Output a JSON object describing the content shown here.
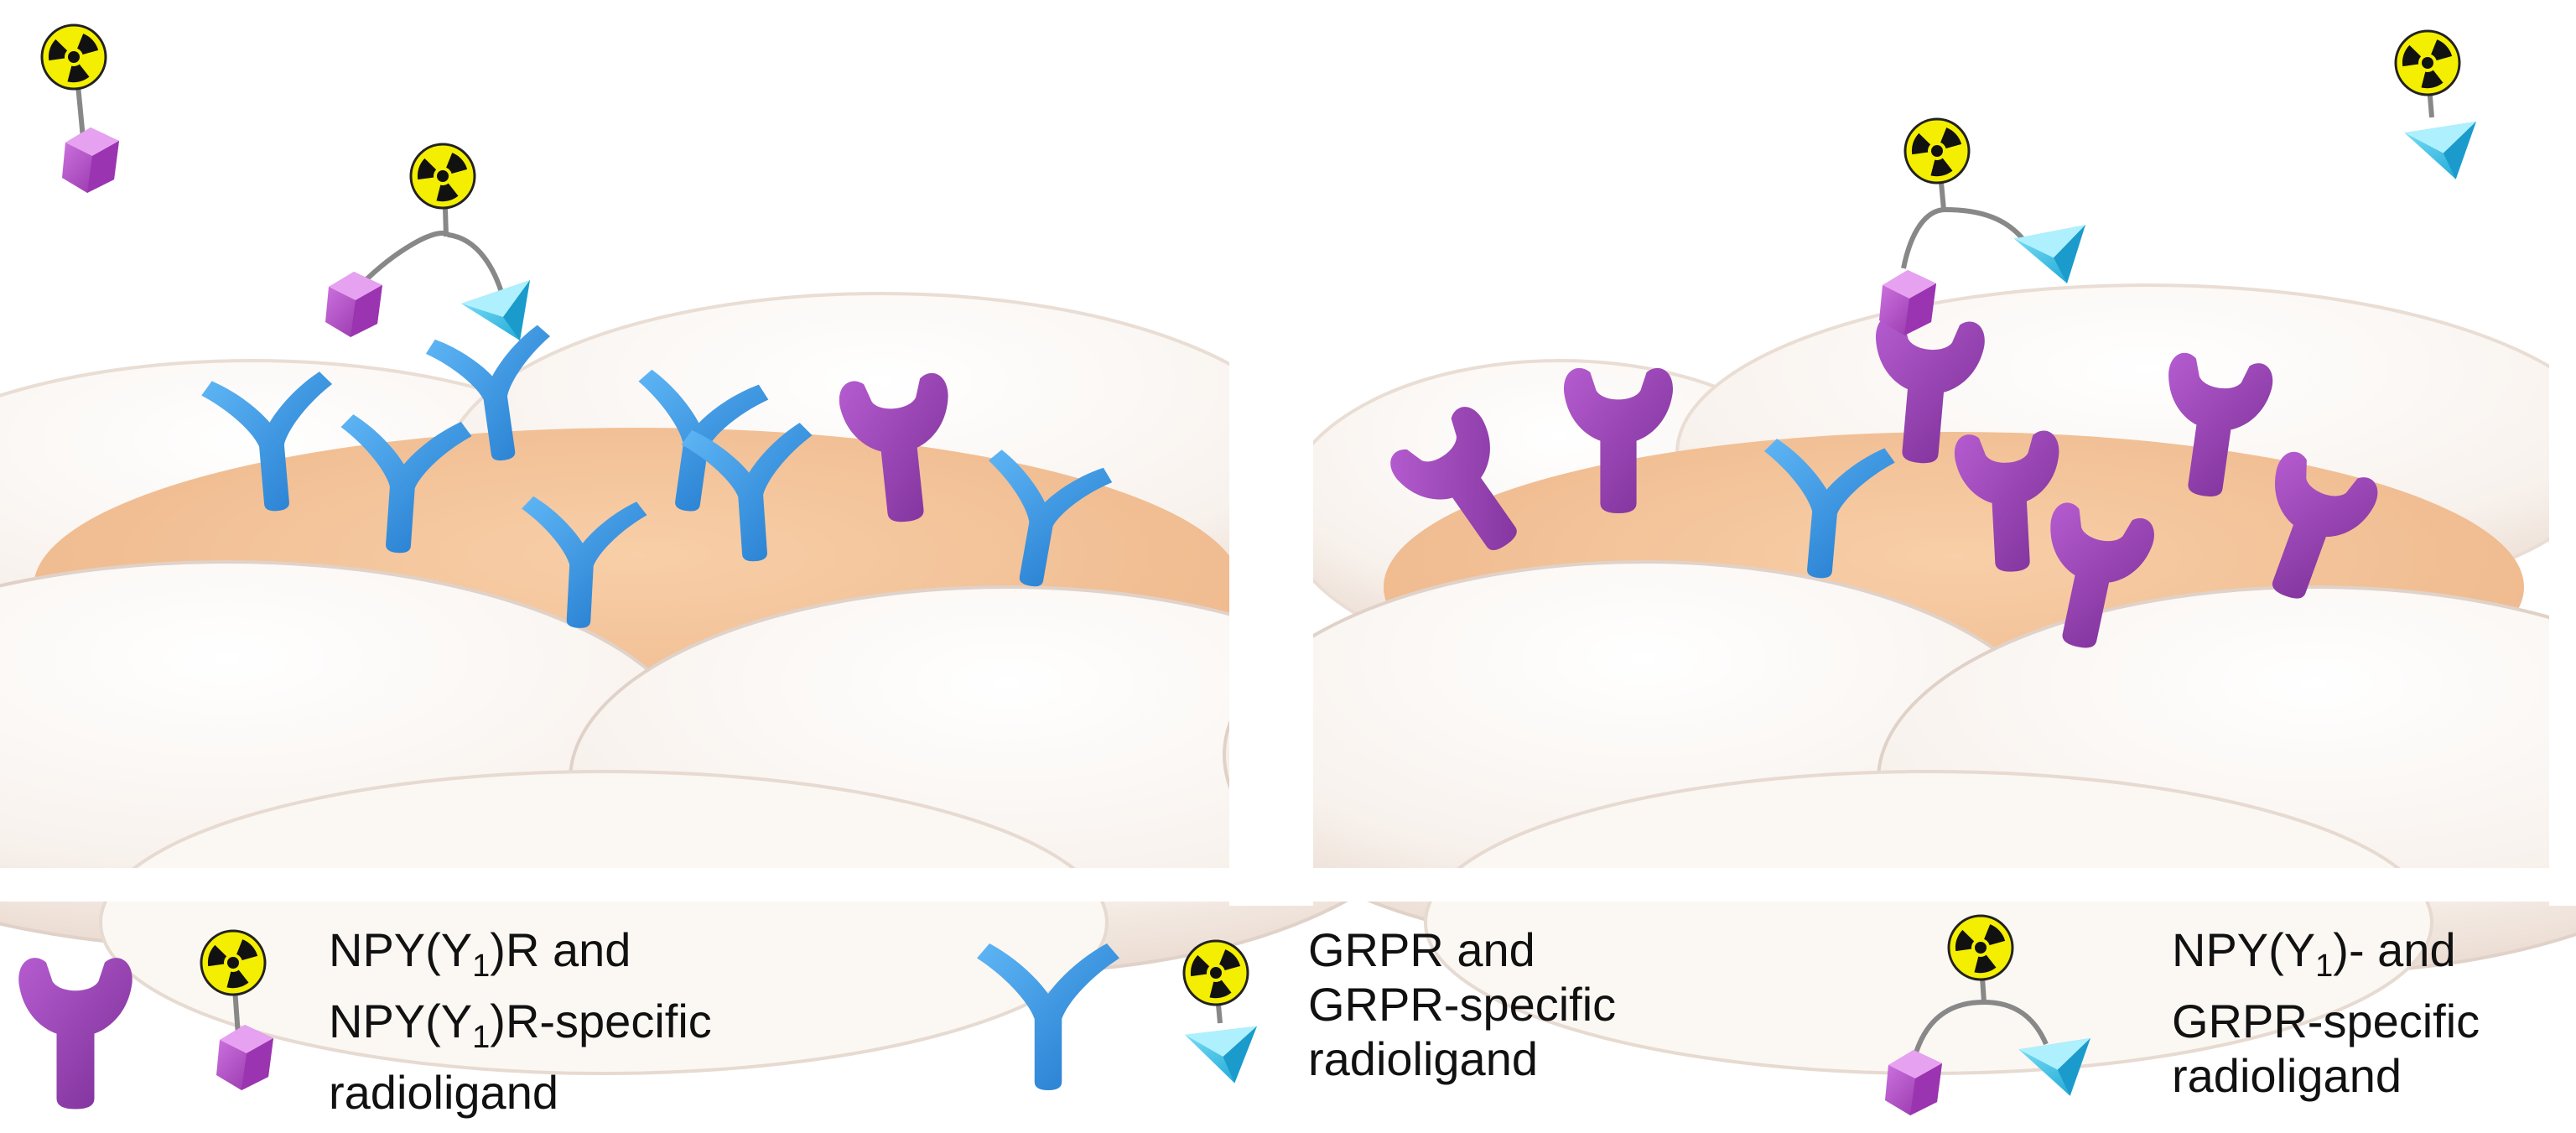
{
  "legend": {
    "npy": {
      "line1": {
        "pre": "NPY(Y",
        "sub": "1",
        "post": ")R and"
      },
      "line2": {
        "pre": "NPY(Y",
        "sub": "1",
        "post": ")R-specific"
      },
      "line3": "radioligand"
    },
    "grpr": {
      "line1": "GRPR and",
      "line2": "GRPR-specific",
      "line3": "radioligand"
    },
    "dual": {
      "line1": {
        "pre": "NPY(Y",
        "sub": "1",
        "post": ")- and"
      },
      "line2": "GRPR-specific",
      "line3": "radioligand"
    }
  },
  "colors": {
    "npy_receptor": "#8a3ea6",
    "grpr_receptor": "#2f8ee0",
    "npy_ligand": "#a340b8",
    "grpr_ligand": "#34c6ec",
    "radiation": "#f4ee00",
    "cell": "#f6f0ea",
    "cell_nucleus": "#f2bf94"
  },
  "icons": {
    "radiation": "radiation-trefoil-icon",
    "npy_ligand": "purple-cube-icon",
    "grpr_ligand": "cyan-cone-icon"
  }
}
